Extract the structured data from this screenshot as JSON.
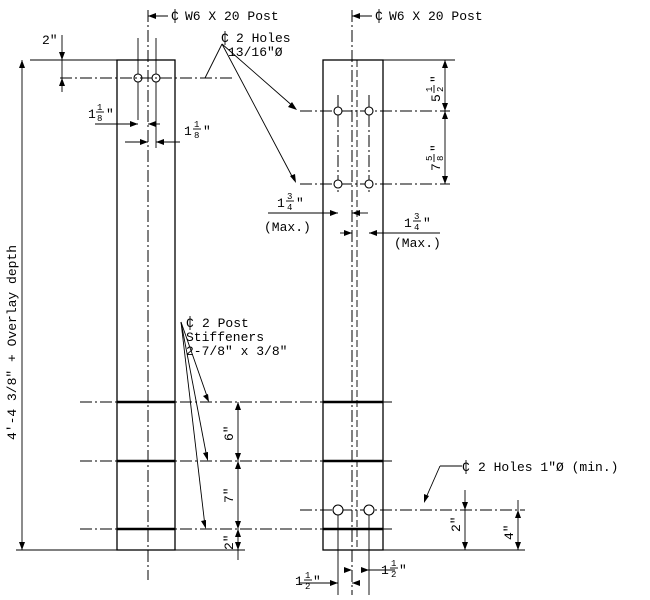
{
  "labels": {
    "post_left": "W6 X 20 Post",
    "post_right": "W6 X 20 Post",
    "holes_top_line1": "2 Holes",
    "holes_top_line2": "13/16\"Ø",
    "stiff_line1": "2 Post",
    "stiff_line2": "Stiffeners",
    "stiff_line3": "2-7/8\" x 3/8\"",
    "holes_bottom": "2 Holes 1\"Ø (min.)",
    "overall_height": "4'-4 3/8\" + Overlay depth",
    "max_left": "(Max.)",
    "max_right": "(Max.)"
  },
  "dims": {
    "top_offset": "2\"",
    "gauge_a_whole": "1",
    "gauge_a_num": "1",
    "gauge_a_den": "8",
    "gauge_b_whole": "1",
    "gauge_b_num": "1",
    "gauge_b_den": "8",
    "pitch_a_whole": "5",
    "pitch_a_num": "1",
    "pitch_a_den": "2",
    "pitch_b_whole": "7",
    "pitch_b_num": "5",
    "pitch_b_den": "8",
    "max_a_whole": "1",
    "max_a_num": "3",
    "max_a_den": "4",
    "max_b_whole": "1",
    "max_b_num": "3",
    "max_b_den": "4",
    "stiff_6": "6\"",
    "stiff_7": "7\"",
    "stiff_2": "2\"",
    "hole_2": "2\"",
    "hole_4": "4\"",
    "bot_a_whole": "1",
    "bot_a_num": "1",
    "bot_a_den": "2",
    "bot_b_whole": "1",
    "bot_b_num": "1",
    "bot_b_den": "2"
  },
  "icons": {
    "centerline": "centerline-symbol-icon"
  }
}
